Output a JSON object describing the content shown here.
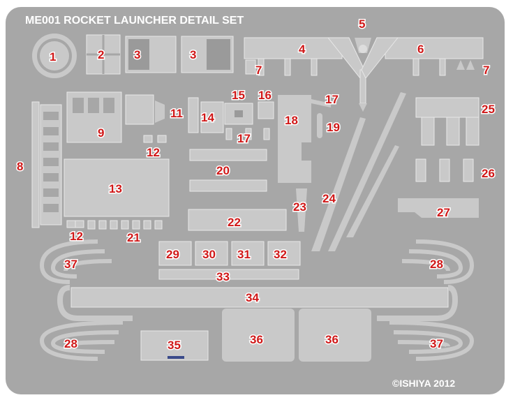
{
  "sheet": {
    "title": "ME001 ROCKET LAUNCHER DETAIL SET",
    "copyright": "©ISHIYA  2012",
    "colors": {
      "fret": "#a7a7a7",
      "part": "#c9c9c9",
      "label": "#d01818",
      "background": "#ffffff"
    }
  },
  "labels": {
    "p1": "1",
    "p2": "2",
    "p3a": "3",
    "p3b": "3",
    "p4": "4",
    "p5": "5",
    "p6": "6",
    "p7a": "7",
    "p7b": "7",
    "p8": "8",
    "p9": "9",
    "p11": "11",
    "p12a": "12",
    "p12b": "12",
    "p13": "13",
    "p14": "14",
    "p15": "15",
    "p16": "16",
    "p17a": "17",
    "p17b": "17",
    "p18": "18",
    "p19": "19",
    "p20": "20",
    "p21": "21",
    "p22": "22",
    "p23": "23",
    "p24": "24",
    "p25": "25",
    "p26": "26",
    "p27": "27",
    "p28a": "28",
    "p28b": "28",
    "p29": "29",
    "p30": "30",
    "p31": "31",
    "p32": "32",
    "p33": "33",
    "p34": "34",
    "p35": "35",
    "p36a": "36",
    "p36b": "36",
    "p37a": "37",
    "p37b": "37"
  }
}
